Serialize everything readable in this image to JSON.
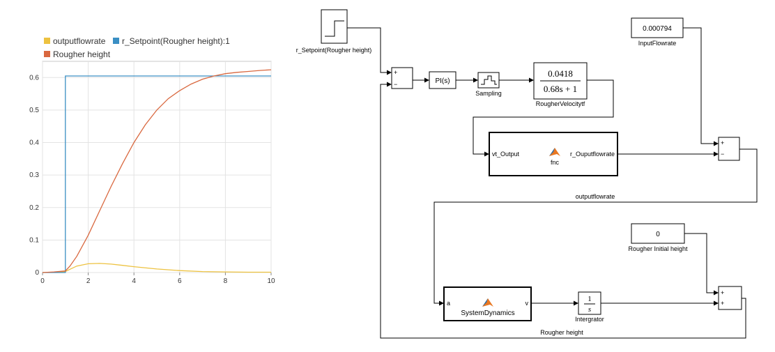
{
  "chart_data": {
    "type": "line",
    "legend": [
      "outputflowrate",
      "r_Setpoint(Rougher height):1",
      "Rougher height"
    ],
    "xlim": [
      0,
      10
    ],
    "ylim": [
      0,
      0.65
    ],
    "x_ticks": [
      "0",
      "2",
      "4",
      "6",
      "8",
      "10"
    ],
    "y_ticks": [
      "0",
      "0.1",
      "0.2",
      "0.3",
      "0.4",
      "0.5",
      "0.6"
    ],
    "grid": true,
    "legend_placement": "top",
    "series": [
      {
        "name": "outputflowrate",
        "color": "#edc240",
        "x": [
          0,
          0.5,
          1.0,
          1.2,
          1.5,
          2.0,
          2.5,
          3.0,
          3.5,
          4.0,
          5.0,
          6.0,
          7.0,
          8.0,
          9.0,
          10.0
        ],
        "y": [
          0,
          0.001,
          0.003,
          0.01,
          0.02,
          0.027,
          0.028,
          0.026,
          0.022,
          0.018,
          0.011,
          0.006,
          0.003,
          0.002,
          0.001,
          0.001
        ]
      },
      {
        "name": "r_Setpoint(Rougher height):1",
        "color": "#3a8fc4",
        "step": true,
        "x": [
          0,
          1.0,
          1.0,
          10.0
        ],
        "y": [
          0,
          0,
          0.605,
          0.605
        ]
      },
      {
        "name": "Rougher height",
        "color": "#d9683f",
        "x": [
          0,
          0.5,
          1.0,
          1.2,
          1.5,
          2.0,
          2.5,
          3.0,
          3.5,
          4.0,
          4.5,
          5.0,
          5.5,
          6.0,
          6.5,
          7.0,
          7.5,
          8.0,
          8.5,
          9.0,
          9.5,
          10.0
        ],
        "y": [
          0,
          0.002,
          0.005,
          0.02,
          0.05,
          0.115,
          0.19,
          0.265,
          0.335,
          0.4,
          0.455,
          0.5,
          0.535,
          0.56,
          0.58,
          0.595,
          0.605,
          0.612,
          0.616,
          0.619,
          0.622,
          0.624
        ]
      }
    ]
  },
  "diagram": {
    "setpoint_label": "r_Setpoint(Rougher height)",
    "sum_signs": [
      "+",
      "−"
    ],
    "pi_label": "PI(s)",
    "sampling_label": "Sampling",
    "tf_numerator": "0.0418",
    "tf_denominator": "0.68s + 1",
    "tf_label": "RougherVelocitytf",
    "fnc_in_port": "vt_Output",
    "fnc_out_port": "r_Ouputflowrate",
    "fnc_label": "fnc",
    "input_flowrate_value": "0.000794",
    "input_flowrate_label": "InputFlowrate",
    "sum2_signs": [
      "+",
      "−"
    ],
    "outputflowrate_signal": "outputflowrate",
    "initial_height_value": "0",
    "initial_height_label": "Rougher Initial height",
    "sysdyn_in_port": "a",
    "sysdyn_out_port": "v",
    "sysdyn_label": "SystemDynamics",
    "integrator_num": "1",
    "integrator_den": "s",
    "integrator_label": "Intergrator",
    "sum3_signs": [
      "+",
      "+"
    ],
    "rougher_height_signal": "Rougher height"
  }
}
